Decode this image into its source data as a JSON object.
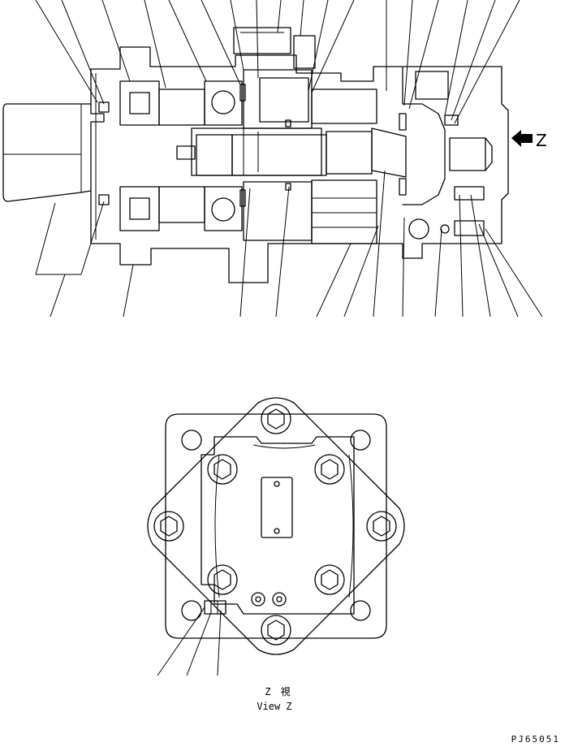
{
  "section_view": {
    "arrow_label": "Z"
  },
  "bottom_view": {
    "caption_jp": "Z　視",
    "caption_en": "View Z"
  },
  "figure_code": "PJ65051"
}
